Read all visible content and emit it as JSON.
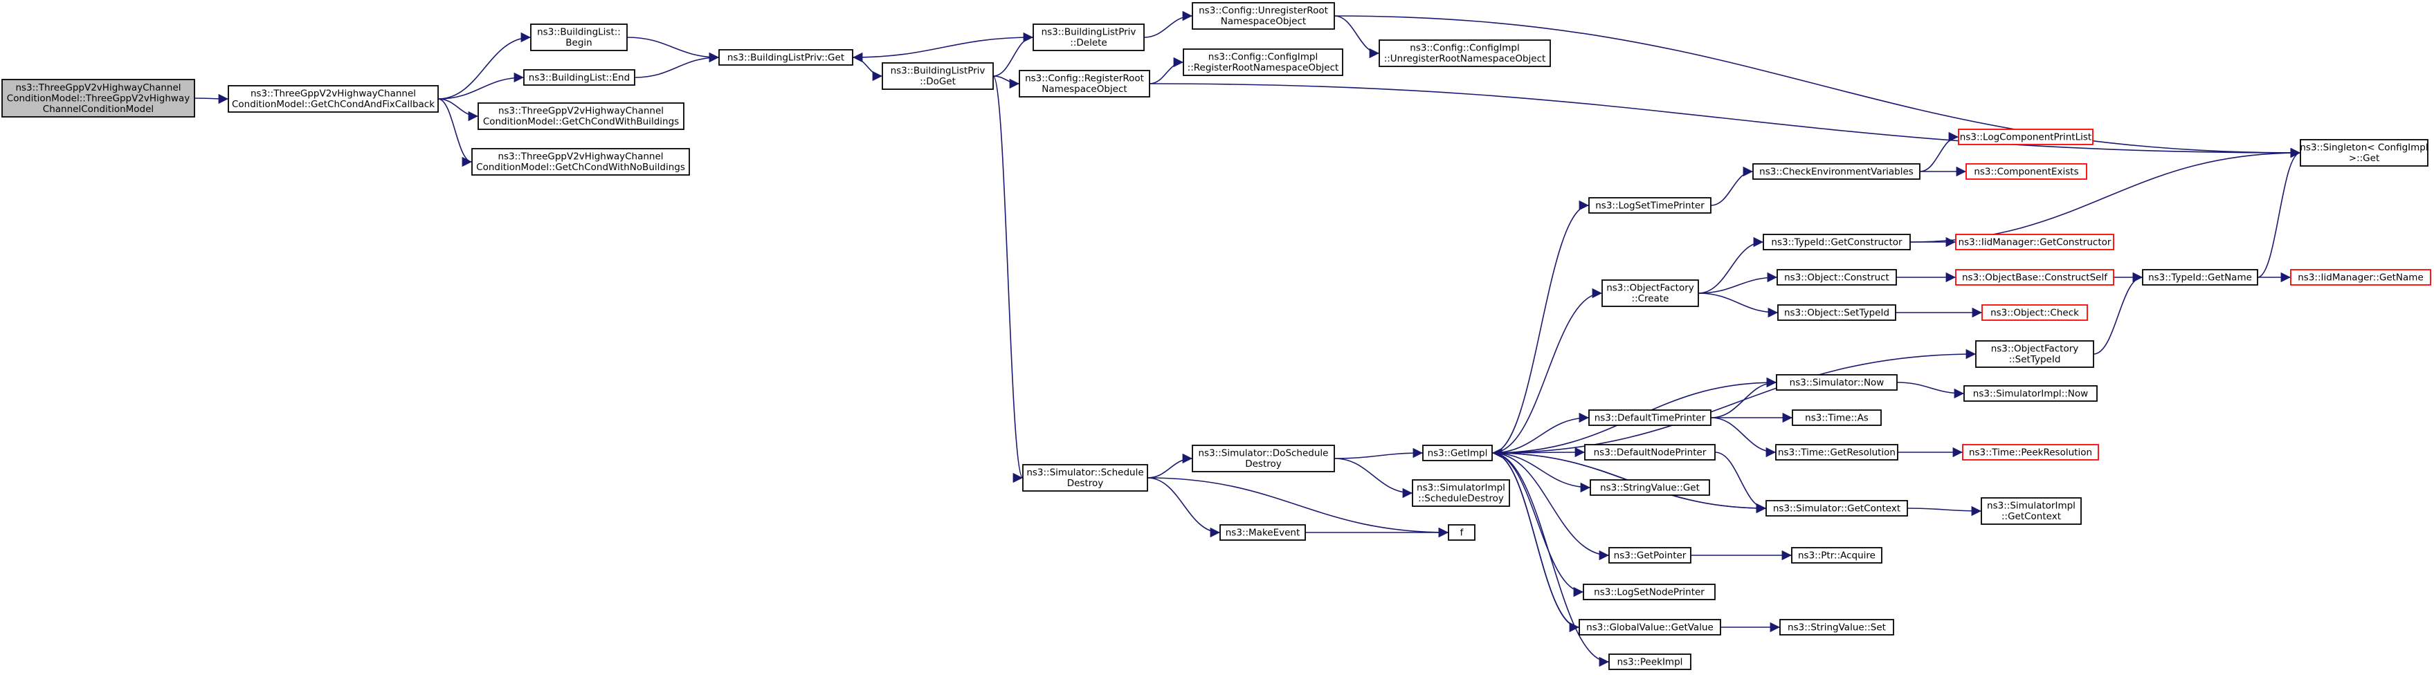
{
  "graph": {
    "colors": {
      "edge": "#191970",
      "node_border": "#000000",
      "node_fill": "#ffffff",
      "root_fill": "#bfbfbf",
      "truncated_border": "#ff0000"
    },
    "nodes": [
      {
        "id": "root",
        "lines": [
          "ns3::ThreeGppV2vHighwayChannel",
          "ConditionModel::ThreeGppV2vHighway",
          "ChannelConditionModel"
        ],
        "style": "root"
      },
      {
        "id": "getChCond",
        "lines": [
          "ns3::ThreeGppV2vHighwayChannel",
          "ConditionModel::GetChCondAndFixCallback"
        ],
        "style": "normal"
      },
      {
        "id": "blBegin",
        "lines": [
          "ns3::BuildingList::",
          "Begin"
        ],
        "style": "normal"
      },
      {
        "id": "blEnd",
        "lines": [
          "ns3::BuildingList::End"
        ],
        "style": "normal"
      },
      {
        "id": "withB",
        "lines": [
          "ns3::ThreeGppV2vHighwayChannel",
          "ConditionModel::GetChCondWithBuildings"
        ],
        "style": "normal"
      },
      {
        "id": "noB",
        "lines": [
          "ns3::ThreeGppV2vHighwayChannel",
          "ConditionModel::GetChCondWithNoBuildings"
        ],
        "style": "normal"
      },
      {
        "id": "blpGet",
        "lines": [
          "ns3::BuildingListPriv::Get"
        ],
        "style": "normal"
      },
      {
        "id": "blpDelete",
        "lines": [
          "ns3::BuildingListPriv",
          "::Delete"
        ],
        "style": "normal"
      },
      {
        "id": "blpDoGet",
        "lines": [
          "ns3::BuildingListPriv",
          "::DoGet"
        ],
        "style": "normal"
      },
      {
        "id": "cfgUnreg",
        "lines": [
          "ns3::Config::UnregisterRoot",
          "NamespaceObject"
        ],
        "style": "normal"
      },
      {
        "id": "cfgImplUnreg",
        "lines": [
          "ns3::Config::ConfigImpl",
          "::UnregisterRootNamespaceObject"
        ],
        "style": "normal"
      },
      {
        "id": "cfgImplReg",
        "lines": [
          "ns3::Config::ConfigImpl",
          "::RegisterRootNamespaceObject"
        ],
        "style": "normal"
      },
      {
        "id": "cfgReg",
        "lines": [
          "ns3::Config::RegisterRoot",
          "NamespaceObject"
        ],
        "style": "normal"
      },
      {
        "id": "singleton",
        "lines": [
          "ns3::Singleton< ConfigImpl",
          " >::Get"
        ],
        "style": "normal"
      },
      {
        "id": "schedDestroy",
        "lines": [
          "ns3::Simulator::Schedule",
          "Destroy"
        ],
        "style": "normal"
      },
      {
        "id": "doSchedDestroy",
        "lines": [
          "ns3::Simulator::DoSchedule",
          "Destroy"
        ],
        "style": "normal"
      },
      {
        "id": "makeEvent",
        "lines": [
          "ns3::MakeEvent"
        ],
        "style": "normal"
      },
      {
        "id": "f",
        "lines": [
          "f"
        ],
        "style": "normal"
      },
      {
        "id": "simImplSched",
        "lines": [
          "ns3::SimulatorImpl",
          "::ScheduleDestroy"
        ],
        "style": "normal"
      },
      {
        "id": "getImpl",
        "lines": [
          "ns3::GetImpl"
        ],
        "style": "normal"
      },
      {
        "id": "logSetTime",
        "lines": [
          "ns3::LogSetTimePrinter"
        ],
        "style": "normal"
      },
      {
        "id": "checkEnv",
        "lines": [
          "ns3::CheckEnvironmentVariables"
        ],
        "style": "normal"
      },
      {
        "id": "logCompList",
        "lines": [
          "ns3::LogComponentPrintList"
        ],
        "style": "truncated"
      },
      {
        "id": "compExists",
        "lines": [
          "ns3::ComponentExists"
        ],
        "style": "truncated"
      },
      {
        "id": "objFactCreate",
        "lines": [
          "ns3::ObjectFactory",
          "::Create"
        ],
        "style": "normal"
      },
      {
        "id": "typeGetCtor",
        "lines": [
          "ns3::TypeId::GetConstructor"
        ],
        "style": "normal"
      },
      {
        "id": "iidGetCtor",
        "lines": [
          "ns3::IidManager::GetConstructor"
        ],
        "style": "truncated"
      },
      {
        "id": "objConstruct",
        "lines": [
          "ns3::Object::Construct"
        ],
        "style": "normal"
      },
      {
        "id": "objBaseCS",
        "lines": [
          "ns3::ObjectBase::ConstructSelf"
        ],
        "style": "truncated"
      },
      {
        "id": "typeGetName",
        "lines": [
          "ns3::TypeId::GetName"
        ],
        "style": "normal"
      },
      {
        "id": "iidGetName",
        "lines": [
          "ns3::IidManager::GetName"
        ],
        "style": "truncated"
      },
      {
        "id": "objSetTypeId",
        "lines": [
          "ns3::Object::SetTypeId"
        ],
        "style": "normal"
      },
      {
        "id": "objCheck",
        "lines": [
          "ns3::Object::Check"
        ],
        "style": "truncated"
      },
      {
        "id": "objFactSetType",
        "lines": [
          "ns3::ObjectFactory",
          "::SetTypeId"
        ],
        "style": "normal"
      },
      {
        "id": "simNow",
        "lines": [
          "ns3::Simulator::Now"
        ],
        "style": "normal"
      },
      {
        "id": "simImplNow",
        "lines": [
          "ns3::SimulatorImpl::Now"
        ],
        "style": "normal"
      },
      {
        "id": "defTimePrinter",
        "lines": [
          "ns3::DefaultTimePrinter"
        ],
        "style": "normal"
      },
      {
        "id": "timeAs",
        "lines": [
          "ns3::Time::As"
        ],
        "style": "normal"
      },
      {
        "id": "timeGetRes",
        "lines": [
          "ns3::Time::GetResolution"
        ],
        "style": "normal"
      },
      {
        "id": "timePeekRes",
        "lines": [
          "ns3::Time::PeekResolution"
        ],
        "style": "truncated"
      },
      {
        "id": "defNodePrinter",
        "lines": [
          "ns3::DefaultNodePrinter"
        ],
        "style": "normal"
      },
      {
        "id": "strValGet",
        "lines": [
          "ns3::StringValue::Get"
        ],
        "style": "normal"
      },
      {
        "id": "simGetCtx",
        "lines": [
          "ns3::Simulator::GetContext"
        ],
        "style": "normal"
      },
      {
        "id": "simImplGetCtx",
        "lines": [
          "ns3::SimulatorImpl",
          "::GetContext"
        ],
        "style": "normal"
      },
      {
        "id": "getPointer",
        "lines": [
          "ns3::GetPointer"
        ],
        "style": "normal"
      },
      {
        "id": "ptrAcquire",
        "lines": [
          "ns3::Ptr::Acquire"
        ],
        "style": "normal"
      },
      {
        "id": "logSetNode",
        "lines": [
          "ns3::LogSetNodePrinter"
        ],
        "style": "normal"
      },
      {
        "id": "gvGetValue",
        "lines": [
          "ns3::GlobalValue::GetValue"
        ],
        "style": "normal"
      },
      {
        "id": "strValSet",
        "lines": [
          "ns3::StringValue::Set"
        ],
        "style": "normal"
      },
      {
        "id": "peekImpl",
        "lines": [
          "ns3::PeekImpl"
        ],
        "style": "normal"
      }
    ],
    "edges": [
      [
        "root",
        "getChCond"
      ],
      [
        "getChCond",
        "blBegin"
      ],
      [
        "getChCond",
        "blEnd"
      ],
      [
        "getChCond",
        "withB"
      ],
      [
        "getChCond",
        "noB"
      ],
      [
        "blBegin",
        "blpGet"
      ],
      [
        "blEnd",
        "blpGet"
      ],
      [
        "blpGet",
        "blpDoGet"
      ],
      [
        "blpDoGet",
        "blpDelete"
      ],
      [
        "blpDelete",
        "blpGet"
      ],
      [
        "blpDelete",
        "cfgUnreg"
      ],
      [
        "cfgUnreg",
        "cfgImplUnreg"
      ],
      [
        "cfgUnreg",
        "singleton"
      ],
      [
        "blpDoGet",
        "cfgReg"
      ],
      [
        "cfgReg",
        "cfgImplReg"
      ],
      [
        "cfgReg",
        "singleton"
      ],
      [
        "blpDoGet",
        "schedDestroy"
      ],
      [
        "schedDestroy",
        "doSchedDestroy"
      ],
      [
        "schedDestroy",
        "makeEvent"
      ],
      [
        "schedDestroy",
        "f"
      ],
      [
        "makeEvent",
        "f"
      ],
      [
        "doSchedDestroy",
        "getImpl"
      ],
      [
        "doSchedDestroy",
        "simImplSched"
      ],
      [
        "getImpl",
        "logSetTime"
      ],
      [
        "logSetTime",
        "checkEnv"
      ],
      [
        "checkEnv",
        "logCompList"
      ],
      [
        "checkEnv",
        "compExists"
      ],
      [
        "getImpl",
        "objFactCreate"
      ],
      [
        "objFactCreate",
        "typeGetCtor"
      ],
      [
        "objFactCreate",
        "objConstruct"
      ],
      [
        "objFactCreate",
        "objSetTypeId"
      ],
      [
        "typeGetCtor",
        "iidGetCtor"
      ],
      [
        "typeGetCtor",
        "singleton"
      ],
      [
        "objConstruct",
        "objBaseCS"
      ],
      [
        "objBaseCS",
        "typeGetName"
      ],
      [
        "typeGetName",
        "iidGetName"
      ],
      [
        "typeGetName",
        "singleton"
      ],
      [
        "objSetTypeId",
        "objCheck"
      ],
      [
        "getImpl",
        "objFactSetType"
      ],
      [
        "objFactSetType",
        "typeGetName"
      ],
      [
        "getImpl",
        "simNow"
      ],
      [
        "simNow",
        "simImplNow"
      ],
      [
        "getImpl",
        "defTimePrinter"
      ],
      [
        "defTimePrinter",
        "simNow"
      ],
      [
        "defTimePrinter",
        "timeAs"
      ],
      [
        "defTimePrinter",
        "timeGetRes"
      ],
      [
        "timeGetRes",
        "timePeekRes"
      ],
      [
        "getImpl",
        "defNodePrinter"
      ],
      [
        "defNodePrinter",
        "simGetCtx"
      ],
      [
        "getImpl",
        "strValGet"
      ],
      [
        "getImpl",
        "simGetCtx"
      ],
      [
        "simGetCtx",
        "getImpl"
      ],
      [
        "simGetCtx",
        "simImplGetCtx"
      ],
      [
        "getImpl",
        "getPointer"
      ],
      [
        "getPointer",
        "ptrAcquire"
      ],
      [
        "getImpl",
        "logSetNode"
      ],
      [
        "getImpl",
        "gvGetValue"
      ],
      [
        "gvGetValue",
        "strValSet"
      ],
      [
        "gvGetValue",
        "getImpl"
      ],
      [
        "getImpl",
        "peekImpl"
      ]
    ]
  }
}
